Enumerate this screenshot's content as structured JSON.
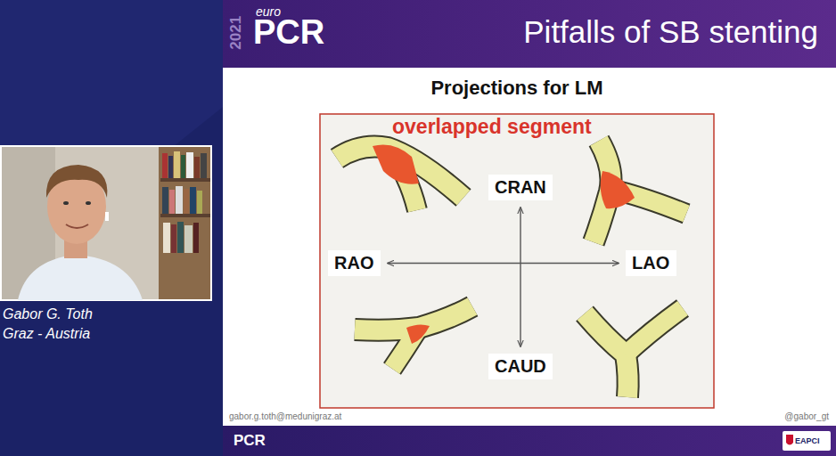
{
  "diagram": {
    "title": "Pitfalls of SB stenting",
    "nodes": [
      {
        "text": [
          "CRAN"
        ]
      },
      {
        "text": [
          "RAO"
        ]
      },
      {
        "text": [
          "LAO"
        ]
      },
      {
        "text": [
          "CAUD"
        ]
      }
    ],
    "edges": [
      {
        "from": 1,
        "to": 2,
        "arrow": "both"
      },
      {
        "from": 0,
        "to": 3,
        "arrow": "both"
      }
    ],
    "labels": [
      "2021",
      "euro",
      "PCR",
      "Projections for LM",
      "overlapped segment",
      "Gabor G. Toth",
      "Graz - Austria",
      "gabor.g.toth@medunigraz.at",
      "@gabor_gt",
      "PCR",
      "EAPCI"
    ]
  }
}
